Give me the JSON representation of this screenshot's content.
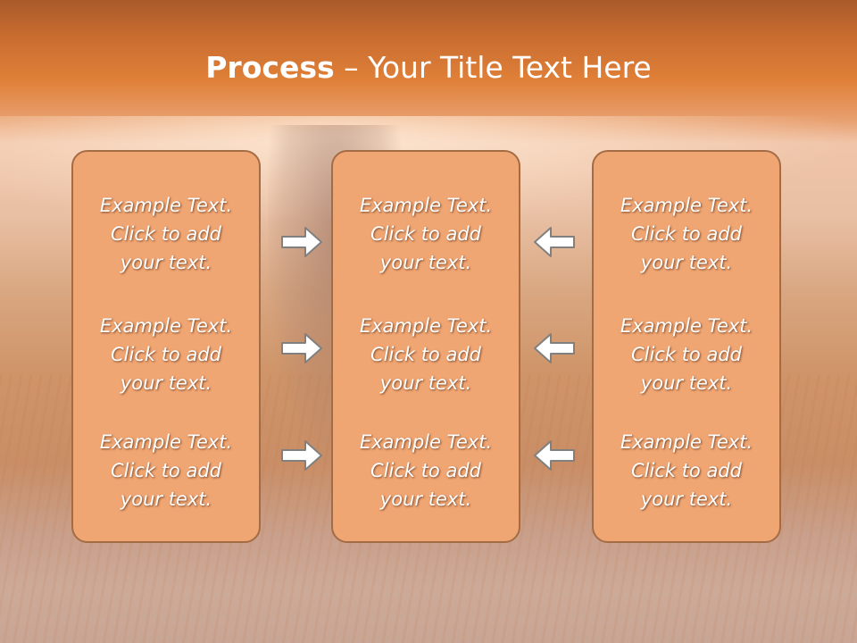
{
  "title": {
    "bold": "Process",
    "rest": " – Your Title Text Here"
  },
  "columns": [
    {
      "blocks": [
        {
          "line1": "Example Text.",
          "line2": "Click  to add",
          "line3": "your text."
        },
        {
          "line1": "Example Text.",
          "line2": "Click  to add",
          "line3": "your text."
        },
        {
          "line1": "Example Text.",
          "line2": "Click  to add",
          "line3": "your text."
        }
      ]
    },
    {
      "blocks": [
        {
          "line1": "Example Text.",
          "line2": "Click  to add",
          "line3": "your text."
        },
        {
          "line1": "Example Text.",
          "line2": "Click  to add",
          "line3": "your text."
        },
        {
          "line1": "Example Text.",
          "line2": "Click  to add",
          "line3": "your text."
        }
      ]
    },
    {
      "blocks": [
        {
          "line1": "Example Text.",
          "line2": "Click  to add",
          "line3": "your text."
        },
        {
          "line1": "Example Text.",
          "line2": "Click  to add",
          "line3": "your text."
        },
        {
          "line1": "Example Text.",
          "line2": "Click  to add",
          "line3": "your text."
        }
      ]
    }
  ],
  "arrows": {
    "left_group": "right-arrow-icon",
    "right_group": "left-arrow-icon"
  },
  "colors": {
    "box_fill": "#f0a673",
    "box_border": "#a46c45",
    "arrow_fill": "#ffffff",
    "arrow_stroke": "#808080"
  }
}
